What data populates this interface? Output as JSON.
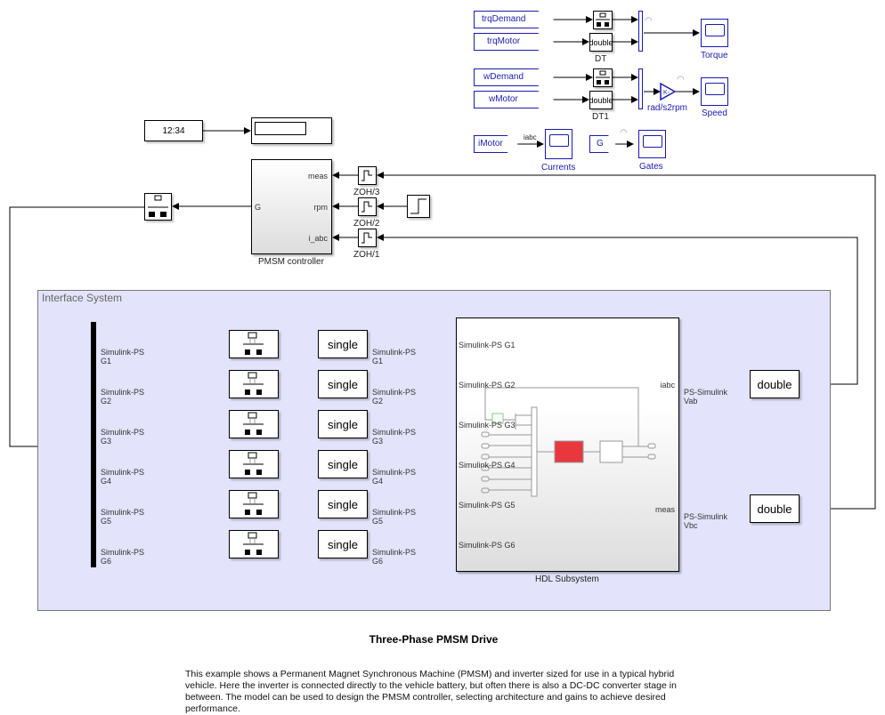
{
  "top_right": {
    "from_tags": [
      "trqDemand",
      "trqMotor",
      "wDemand",
      "wMotor",
      "iMotor",
      "G"
    ],
    "dt_blocks": [
      {
        "text": "double",
        "label": "DT"
      },
      {
        "text": "double",
        "label": "DT1"
      }
    ],
    "gain_label": "rad/s2rpm",
    "scopes": [
      "Torque",
      "Speed",
      "Currents",
      "Gates"
    ],
    "signal_label_iabc": "iabc"
  },
  "clock": {
    "display": "12:34"
  },
  "controller": {
    "name": "PMSM controller",
    "ports_in": [
      "meas",
      "rpm",
      "i_abc"
    ],
    "port_out": "G",
    "zoh_labels": [
      "ZOH/3",
      "ZOH/2",
      "ZOH/1"
    ]
  },
  "interface": {
    "title": "Interface System",
    "rows": [
      {
        "left_label": [
          "Simulink-PS",
          "G1"
        ],
        "convert": "single",
        "right_label": [
          "Simulink-PS",
          "G1"
        ],
        "hdl_port": "Simulink-PS G1"
      },
      {
        "left_label": [
          "Simulink-PS",
          "G2"
        ],
        "convert": "single",
        "right_label": [
          "Simulink-PS",
          "G2"
        ],
        "hdl_port": "Simulink-PS G2"
      },
      {
        "left_label": [
          "Simulink-PS",
          "G3"
        ],
        "convert": "single",
        "right_label": [
          "Simulink-PS",
          "G3"
        ],
        "hdl_port": "Simulink-PS G3"
      },
      {
        "left_label": [
          "Simulink-PS",
          "G4"
        ],
        "convert": "single",
        "right_label": [
          "Simulink-PS",
          "G4"
        ],
        "hdl_port": "Simulink-PS G4"
      },
      {
        "left_label": [
          "Simulink-PS",
          "G5"
        ],
        "convert": "single",
        "right_label": [
          "Simulink-PS",
          "G5"
        ],
        "hdl_port": "Simulink-PS G5"
      },
      {
        "left_label": [
          "Simulink-PS",
          "G6"
        ],
        "convert": "single",
        "right_label": [
          "Simulink-PS",
          "G6"
        ],
        "hdl_port": "Simulink-PS G6"
      }
    ],
    "hdl_name": "HDL Subsystem",
    "hdl_out_ports": [
      "iabc",
      "meas"
    ],
    "outputs": [
      {
        "label": [
          "PS-Simulink",
          "Vab"
        ],
        "convert": "double"
      },
      {
        "label": [
          "PS-Simulink",
          "Vbc"
        ],
        "convert": "double"
      }
    ]
  },
  "annotation": {
    "title": "Three-Phase PMSM Drive",
    "description": "This example shows a Permanent Magnet Synchronous Machine (PMSM) and inverter sized for use in a typical hybrid vehicle. Here the inverter is connected directly to the vehicle battery, but often there is also a DC-DC converter stage in between. The model can be used to design the PMSM controller, selecting architecture and gains to achieve desired performance."
  },
  "colors": {
    "signal_blue": "#1a1ab0",
    "area_bg": "#e3e3fb",
    "hdl_red": "#e8383d"
  }
}
